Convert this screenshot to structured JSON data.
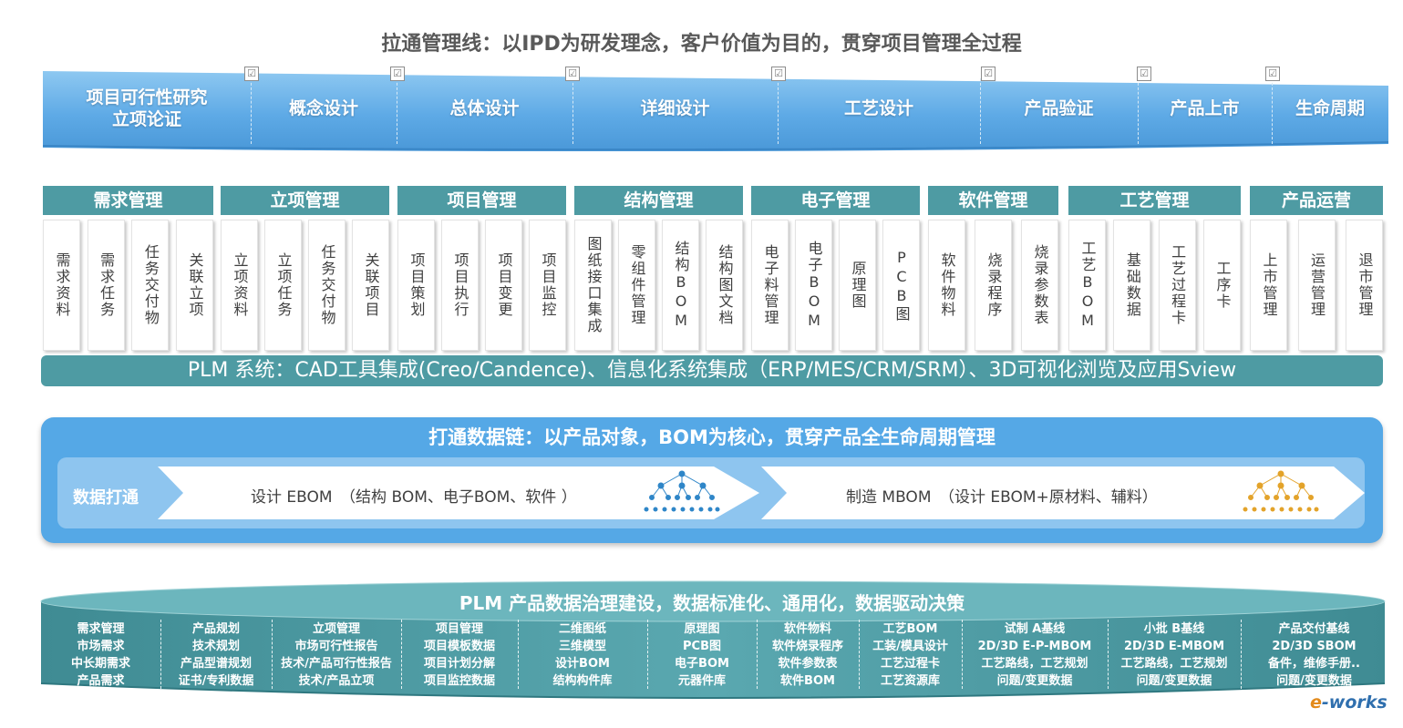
{
  "title": "拉通管理线：以IPD为研发理念，客户价值为目的，贯穿项目管理全过程",
  "phases": [
    {
      "label": "项目可行性研究\n立项论证"
    },
    {
      "label": "概念设计"
    },
    {
      "label": "总体设计"
    },
    {
      "label": "详细设计"
    },
    {
      "label": "工艺设计"
    },
    {
      "label": "产品验证"
    },
    {
      "label": "产品上市"
    },
    {
      "label": "生命周期"
    }
  ],
  "phase_check": "☑",
  "modules": [
    {
      "name": "需求管理",
      "items": [
        "需求资料",
        "需求任务",
        "任务交付物",
        "关联立项"
      ]
    },
    {
      "name": "立项管理",
      "items": [
        "立项资料",
        "立项任务",
        "任务交付物",
        "关联项目"
      ]
    },
    {
      "name": "项目管理",
      "items": [
        "项目策划",
        "项目执行",
        "项目变更",
        "项目监控"
      ]
    },
    {
      "name": "结构管理",
      "items": [
        "图纸接口集成",
        "零组件管理",
        "结构BOM",
        "结构图文档"
      ]
    },
    {
      "name": "电子管理",
      "items": [
        "电子料管理",
        "电子BOM",
        "原理图",
        "PCB图"
      ]
    },
    {
      "name": "软件管理",
      "items": [
        "软件物料",
        "烧录程序",
        "烧录参数表"
      ]
    },
    {
      "name": "工艺管理",
      "items": [
        "工艺BOM",
        "基础数据",
        "工艺过程卡",
        "工序卡"
      ]
    },
    {
      "name": "产品运营",
      "items": [
        "上市管理",
        "运营管理",
        "退市管理"
      ]
    }
  ],
  "plm_system": "PLM 系统：CAD工具集成(Creo/Candence)、信息化系统集成（ERP/MES/CRM/SRM）、3D可视化浏览及应用Sview",
  "data_chain": {
    "title": "打通数据链：以产品对象，BOM为核心，贯穿产品全生命周期管理",
    "label": "数据打通",
    "ebom": "设计 EBOM　（结构 BOM、电子BOM、软件 ）",
    "mbom": "制造 MBOM　（设计 EBOM+原材料、辅料）"
  },
  "governance": {
    "title": "PLM 产品数据治理建设，数据标准化、通用化，数据驱动决策",
    "columns": [
      [
        "需求管理",
        "市场需求",
        "中长期需求",
        "产品需求"
      ],
      [
        "产品规划",
        "技术规划",
        "产品型谱规划",
        "证书/专利数据"
      ],
      [
        "立项管理",
        "市场可行性报告",
        "技术/产品可行性报告",
        "技术/产品立项"
      ],
      [
        "项目管理",
        "项目模板数据",
        "项目计划分解",
        "项目监控数据"
      ],
      [
        "二维图纸",
        "三维模型",
        "设计BOM",
        "结构构件库"
      ],
      [
        "原理图",
        "PCB图",
        "电子BOM",
        "元器件库"
      ],
      [
        "软件物料",
        "软件烧录程序",
        "软件参数表",
        "软件BOM"
      ],
      [
        "工艺BOM",
        "工装/模具设计",
        "工艺过程卡",
        "工艺资源库"
      ],
      [
        "试制 A基线",
        "2D/3D E-P-MBOM",
        "工艺路线，工艺规划",
        "问题/变更数据"
      ],
      [
        "小批 B基线",
        "2D/3D E-MBOM",
        "工艺路线，工艺规划",
        "问题/变更数据"
      ],
      [
        "产品交付基线",
        "2D/3D SBOM",
        "备件，维修手册..",
        "问题/变更数据"
      ]
    ]
  },
  "logo": {
    "prefix": "e",
    "rest": "-works"
  },
  "colors": {
    "teal": "#4e9ba3",
    "blue": "#55a8e6",
    "light_blue": "#8ec5ef",
    "ribbon": "#6fb4e8",
    "ebom_icon": "#2f86c8",
    "mbom_icon": "#e3a32a"
  }
}
